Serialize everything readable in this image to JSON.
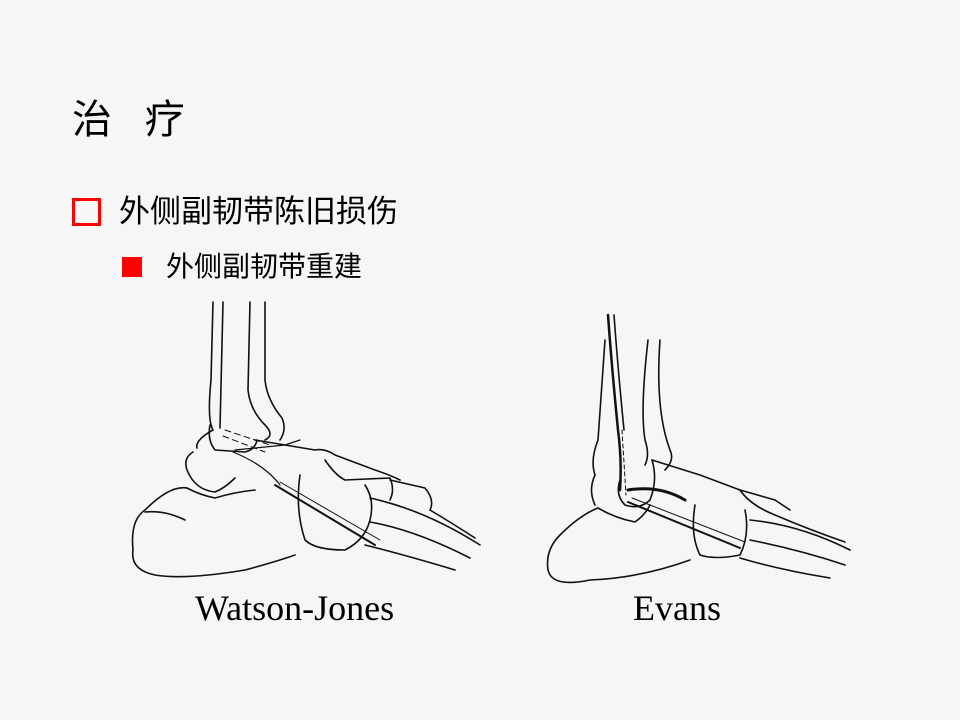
{
  "slide": {
    "title": "治 疗",
    "bullets": [
      {
        "level": 1,
        "marker": "hollow-square",
        "text": "外侧副韧带陈旧损伤",
        "children": [
          {
            "level": 2,
            "marker": "filled-square",
            "text": "外侧副韧带重建"
          }
        ]
      }
    ],
    "figures": [
      {
        "caption": "Watson-Jones",
        "description": "lateral ankle ligament reconstruction illustration (Watson-Jones technique)"
      },
      {
        "caption": "Evans",
        "description": "lateral ankle ligament reconstruction illustration (Evans technique)"
      }
    ]
  },
  "colors": {
    "background": "#f6f6f6",
    "bullet": "#ff0000",
    "text": "#000000"
  }
}
